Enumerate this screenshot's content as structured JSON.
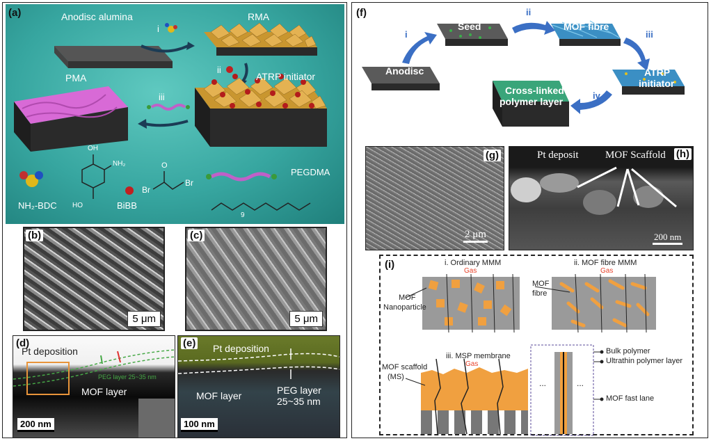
{
  "panels": {
    "a": {
      "label": "(a)",
      "anodisc_alumina": "Anodisc alumina",
      "rma": "RMA",
      "pma": "PMA",
      "step_i": "i",
      "step_ii": "ii",
      "step_iii": "iii",
      "atrp_initiator": "ATRP initiator",
      "nh2_bdc": "NH₂-BDC",
      "bibb": "BiBB",
      "pegdma": "PEGDMA",
      "chem_oh_top": "OH",
      "chem_nh2": "NH₂",
      "chem_ho_bottom": "HO",
      "chem_br1": "Br",
      "chem_br2": "Br",
      "chem_o": "O",
      "chem_sub9": "9"
    },
    "b": {
      "label": "(b)",
      "scale": "5 μm"
    },
    "c": {
      "label": "(c)",
      "scale": "5 μm"
    },
    "d": {
      "label": "(d)",
      "pt_deposition": "Pt deposition",
      "peg_layer": "PEG layer 25~35 nm",
      "mof_layer": "MOF layer",
      "scale": "200 nm"
    },
    "e": {
      "label": "(e)",
      "pt_deposition": "Pt deposition",
      "mof_layer": "MOF layer",
      "peg_layer_line1": "PEG layer",
      "peg_layer_line2": "25~35 nm",
      "scale": "100 nm"
    },
    "f": {
      "label": "(f)",
      "anodisc": "Anodisc",
      "seed": "Seed",
      "mof_fibre": "MOF fibre",
      "atrp_line1": "ATRP",
      "atrp_line2": "initiator",
      "crosslinked_line1": "Cross-linked",
      "crosslinked_line2": "polymer layer",
      "step_i": "i",
      "step_ii": "ii",
      "step_iii": "iii",
      "step_iv": "iv"
    },
    "g": {
      "label": "(g)",
      "scale": "2 μm"
    },
    "h": {
      "label": "(h)",
      "pt_deposit": "Pt deposit",
      "mof_scaffold": "MOF Scaffold",
      "scale": "200 nm"
    },
    "i": {
      "label": "(i)",
      "ordinary_title": "i. Ordinary MMM",
      "gas1": "Gas",
      "mof_nanoparticle_line1": "MOF",
      "mof_nanoparticle_line2": "Nanoparticle",
      "fibre_title": "ii. MOF fibre MMM",
      "gas2": "Gas",
      "mof_fibre_line1": "MOF",
      "mof_fibre_line2": "fibre",
      "msp_title": "iii. MSP membrane",
      "gas3": "Gas",
      "mof_scaffold_line1": "MOF scaffold",
      "mof_scaffold_line2": "(MS)",
      "bulk_polymer": "Bulk polymer",
      "ultrathin_polymer": "Ultrathin polymer layer",
      "mof_fast_lane": "MOF fast lane",
      "dots1": "...",
      "dots2": "..."
    }
  },
  "colors": {
    "teal_bg": "#2f9a97",
    "gold_crystal": "#c9962f",
    "pink_pma": "#d86ad6",
    "orange_mof": "#f0a040",
    "blue_arrow": "#3b6fc4",
    "green_poly": "#3aa57a",
    "gas_red": "#e8432b"
  }
}
